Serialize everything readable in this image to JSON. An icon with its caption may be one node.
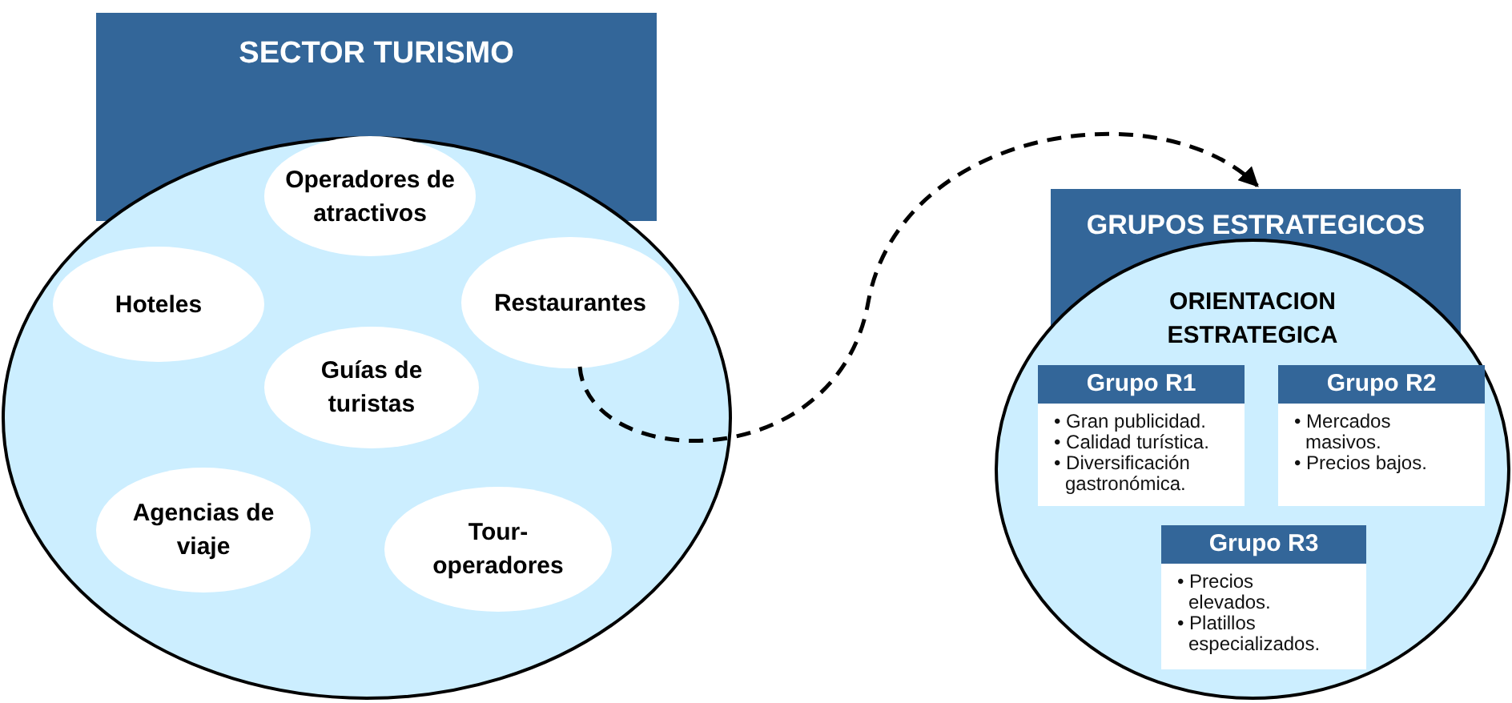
{
  "diagram": {
    "nodes": [
      {
        "text": [
          "SECTOR TURISMO"
        ]
      },
      {
        "text": [
          "Operadores de atractivos"
        ],
        "in": 0
      },
      {
        "text": [
          "Hoteles"
        ],
        "in": 0
      },
      {
        "text": [
          "Restaurantes"
        ],
        "in": 0
      },
      {
        "text": [
          "Guías de turistas"
        ],
        "in": 0
      },
      {
        "text": [
          "Agencias de viaje"
        ],
        "in": 0
      },
      {
        "text": [
          "Tour-operadores"
        ],
        "in": 0
      },
      {
        "text": [
          "GRUPOS ESTRATEGICOS",
          "ORIENTACION ESTRATEGICA"
        ]
      },
      {
        "text": [
          "Grupo R1",
          "• Gran publicidad.",
          "• Calidad turística.",
          "• Diversificación gastronómica."
        ],
        "in": 7
      },
      {
        "text": [
          "Grupo R2",
          "• Mercados masivos.",
          "• Precios bajos."
        ],
        "in": 7
      },
      {
        "text": [
          "Grupo R3",
          "• Precios elevados.",
          "• Platillos especializados."
        ],
        "in": 7
      }
    ],
    "edges": [
      {
        "from": 3,
        "to": 7,
        "arrow": "to",
        "style": "dashed"
      }
    ]
  }
}
